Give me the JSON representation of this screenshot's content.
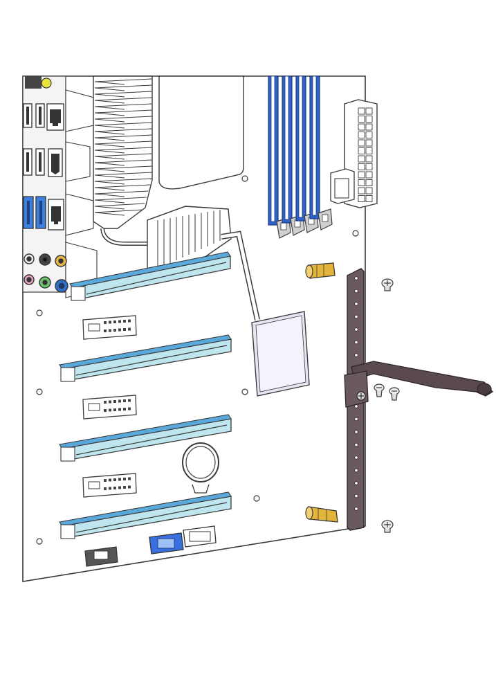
{
  "diagram": {
    "subject": "",
    "components": {
      "io_panel": {
        "ports": [
          "usb-port",
          "ethernet-port",
          "usb3-port",
          "audio-jack"
        ]
      },
      "heatsink": {},
      "chipset_cooler": {},
      "ram_slots": {
        "count": 4
      },
      "atx_power_connector": {},
      "pcie_slots": {
        "count": 4
      },
      "headers": {
        "count": 3
      },
      "cmos_battery": {},
      "support_bracket": {},
      "standoffs": {
        "count": 2
      },
      "screws": {
        "count": 4
      }
    }
  },
  "colors": {
    "outline": "#3a3a3a",
    "board": "#ffffff",
    "slot_blue": "#5aa9dd",
    "slot_light": "#bfe6ee",
    "ram_blue": "#2f62c8",
    "usb3_blue": "#3b7fe0",
    "brass": "#e2b43a",
    "bracket": "#6a5a5e",
    "usb_header_blue": "#3a6fe0",
    "gray": "#cfcfcf",
    "dark": "#444444"
  }
}
